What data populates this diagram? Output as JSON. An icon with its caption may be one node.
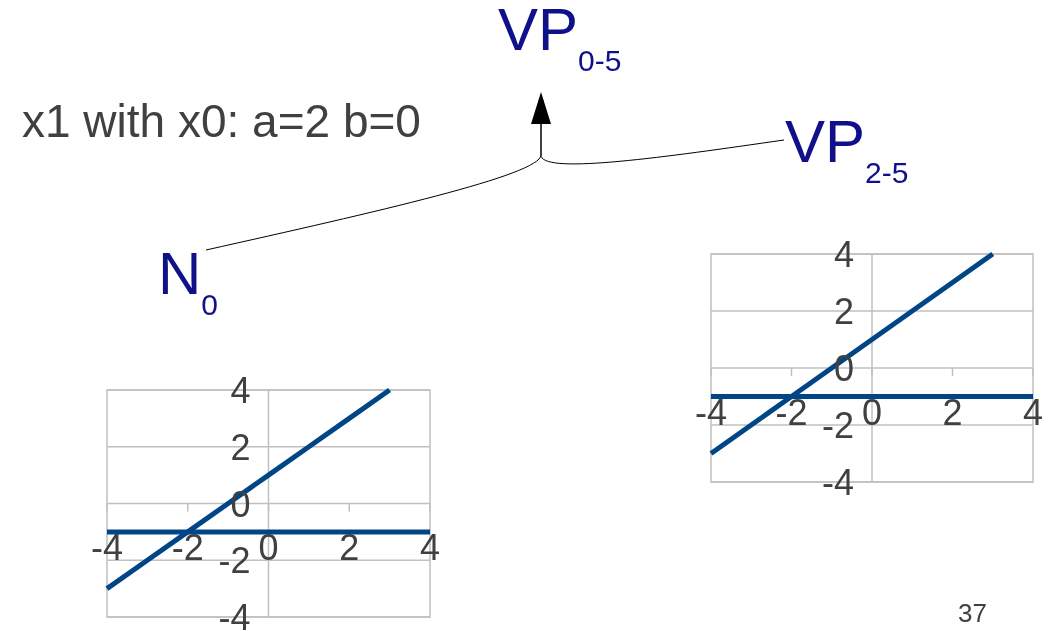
{
  "diagram": {
    "nodes": [
      {
        "text": [
          "VP$_{0-5}$"
        ]
      },
      {
        "text": [
          "VP$_{2-5}$"
        ]
      },
      {
        "text": [
          "N$_{0}$"
        ]
      }
    ],
    "edges": [
      {
        "from": 2,
        "to": 0,
        "arrow": "to"
      },
      {
        "from": 1,
        "to": 0,
        "arrow": "to"
      }
    ],
    "labels": [
      "x1 with x0: a=2 b=0",
      "37"
    ],
    "chart_data": [
      {
        "type": "line",
        "grid": true,
        "x": [
          -4,
          -3,
          -2,
          -1,
          0,
          1,
          2,
          3,
          4
        ],
        "xlim": [
          -4,
          4
        ],
        "ylim": [
          -4,
          4
        ],
        "xticks": [
          -4,
          -2,
          0,
          2,
          4
        ],
        "yticks": [
          -4,
          -2,
          0,
          2,
          4
        ],
        "series": [
          {
            "color": "#004586",
            "values": [
              -3,
              -2,
              -1,
              0,
              1,
              2,
              3,
              4,
              null
            ]
          },
          {
            "color": "#004586",
            "values": [
              -1,
              -1,
              -1,
              -1,
              -1,
              -1,
              -1,
              -1,
              -1
            ]
          }
        ]
      },
      {
        "type": "line",
        "grid": true,
        "x": [
          -4,
          -3,
          -2,
          -1,
          0,
          1,
          2,
          3,
          4
        ],
        "xlim": [
          -4,
          4
        ],
        "ylim": [
          -4,
          4
        ],
        "xticks": [
          -4,
          -2,
          0,
          2,
          4
        ],
        "yticks": [
          -4,
          -2,
          0,
          2,
          4
        ],
        "series": [
          {
            "color": "#004586",
            "values": [
              -3,
              -2,
              -1,
              0,
              1,
              2,
              3,
              4,
              null
            ]
          },
          {
            "color": "#004586",
            "values": [
              -1,
              -1,
              -1,
              -1,
              -1,
              -1,
              -1,
              -1,
              -1
            ]
          }
        ]
      }
    ]
  }
}
